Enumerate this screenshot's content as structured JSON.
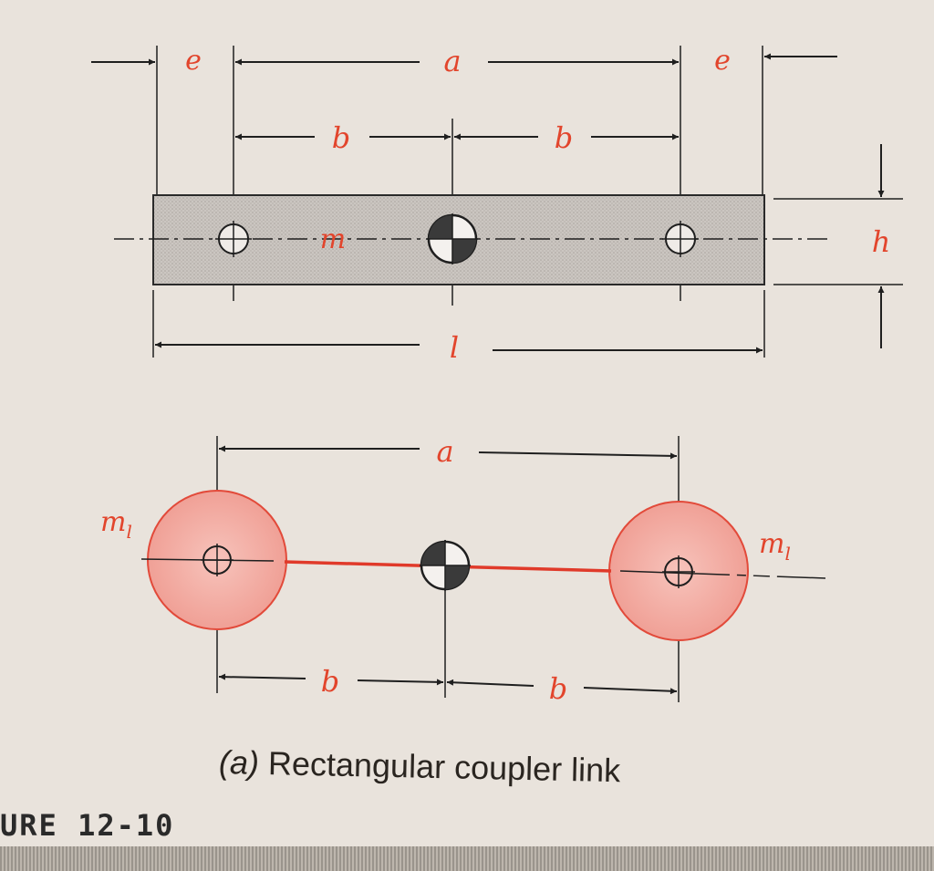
{
  "top_labels": {
    "e_left": "e",
    "a": "a",
    "e_right": "e",
    "b_left": "b",
    "b_right": "b",
    "m": "m",
    "h": "h",
    "l": "l"
  },
  "bottom_labels": {
    "a": "a",
    "m_left": "m",
    "m_left_sub": "l",
    "m_right": "m",
    "m_right_sub": "l",
    "b_left": "b",
    "b_right": "b"
  },
  "caption": {
    "tag": "(a)",
    "text": "Rectangular coupler link"
  },
  "figure_number": "URE 12-10",
  "colors": {
    "label": "#e2452c",
    "link": "#e03a2a",
    "mass_fill": "#f2a9a0",
    "bar_fill": "#c8c4c0",
    "line": "#1f1f1f"
  }
}
